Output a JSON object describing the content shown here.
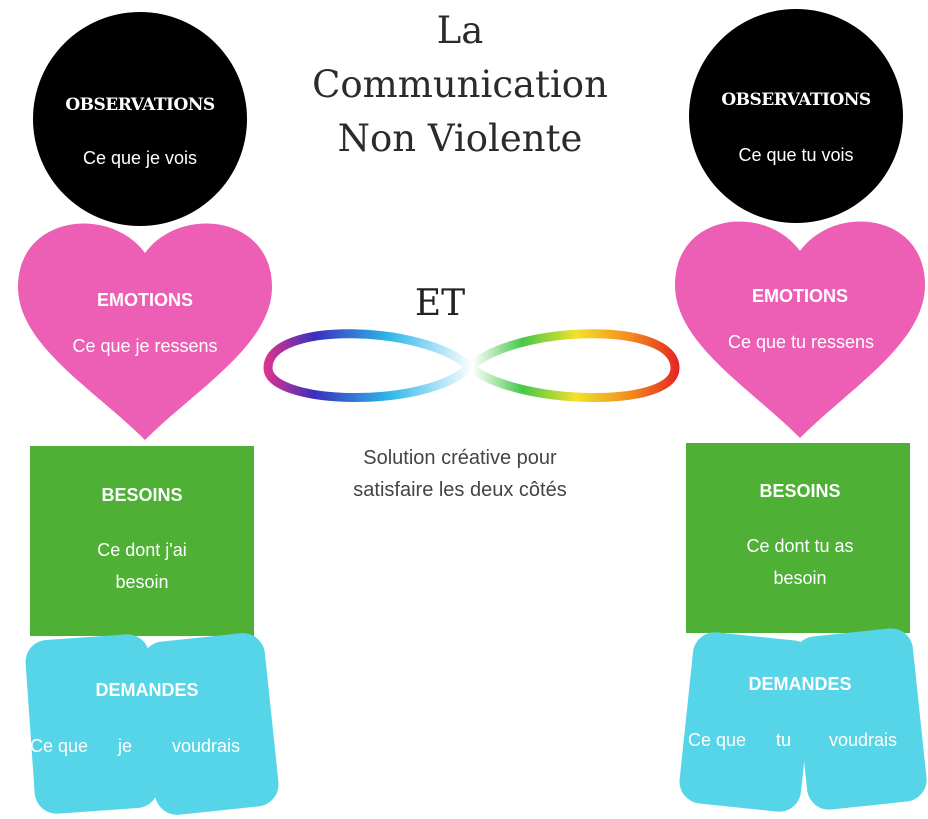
{
  "title": {
    "line1": "La",
    "line2": "Communication",
    "line3": "Non Violente"
  },
  "center": {
    "et": "ET",
    "caption_line1": "Solution créative pour",
    "caption_line2": "satisfaire les deux côtés"
  },
  "left": {
    "observations": {
      "title": "OBSERVATIONS",
      "text": "Ce que je vois"
    },
    "emotions": {
      "title": "EMOTIONS",
      "text": "Ce que je ressens"
    },
    "besoins": {
      "title": "BESOINS",
      "line1": "Ce dont j'ai",
      "line2": "besoin"
    },
    "demandes": {
      "title": "DEMANDES",
      "word1": "Ce que",
      "word2": "je",
      "word3": "voudrais"
    }
  },
  "right": {
    "observations": {
      "title": "OBSERVATIONS",
      "text": "Ce que tu vois"
    },
    "emotions": {
      "title": "EMOTIONS",
      "text": "Ce que tu ressens"
    },
    "besoins": {
      "title": "BESOINS",
      "line1": "Ce dont tu as",
      "line2": "besoin"
    },
    "demandes": {
      "title": "DEMANDES",
      "word1": "Ce que",
      "word2": "tu",
      "word3": "voudrais"
    }
  },
  "colors": {
    "observations": "#000000",
    "emotions": "#ec5fb4",
    "besoins": "#4eb034",
    "demandes": "#56d5e8",
    "text_on_shape": "#ffffff"
  }
}
